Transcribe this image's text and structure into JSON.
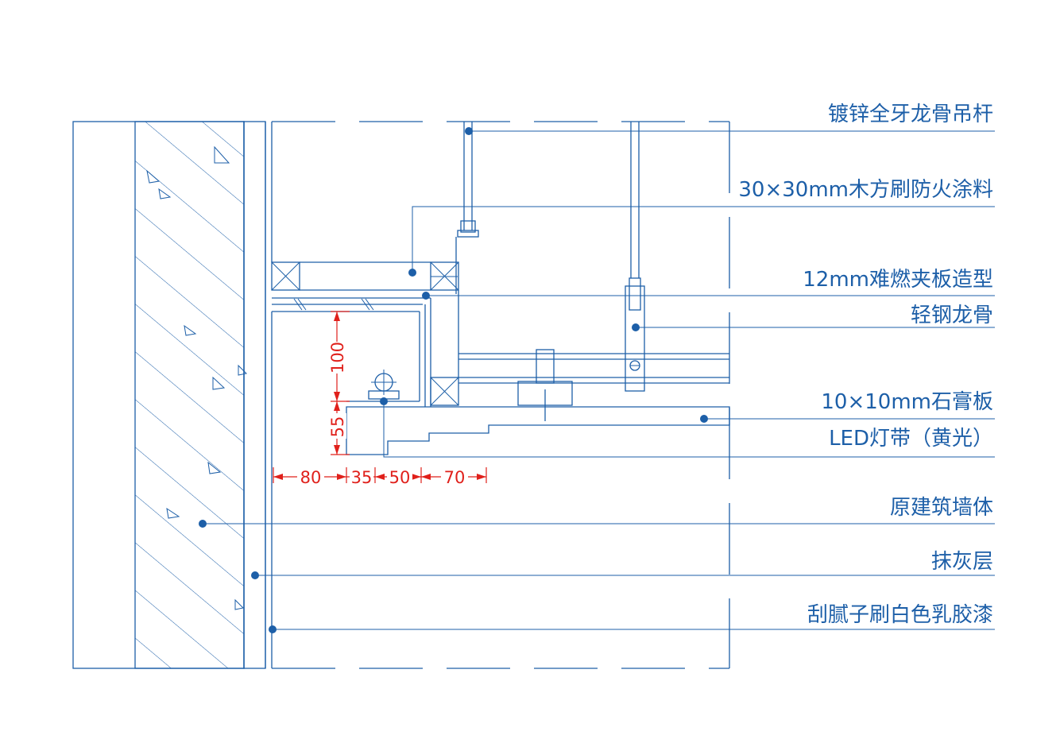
{
  "labels": {
    "hanger_rod": "镀锌全牙龙骨吊杆",
    "wood_batten": "30×30mm木方刷防火涂料",
    "plywood": "12mm难燃夹板造型",
    "steel_keel": "轻钢龙骨",
    "gypsum_board": "10×10mm石膏板",
    "led_strip": "LED灯带（黄光）",
    "original_wall": "原建筑墙体",
    "plaster_layer": "抹灰层",
    "putty_paint": "刮腻子刷白色乳胶漆"
  },
  "dimensions": {
    "vertical_upper": "100",
    "vertical_lower": "55",
    "h1": "80",
    "h2": "35",
    "h3": "50",
    "h4": "70"
  },
  "colors": {
    "line": "#1d5fa8",
    "dimension": "#e0201b",
    "background": "#ffffff"
  }
}
